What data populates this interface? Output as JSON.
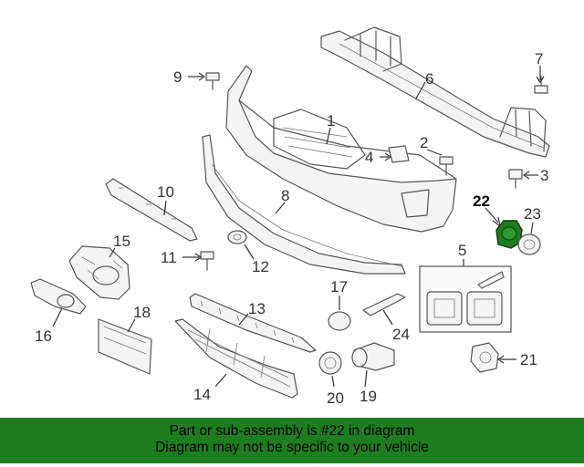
{
  "callouts": {
    "c1": "1",
    "c2": "2",
    "c3": "3",
    "c4": "4",
    "c5": "5",
    "c6": "6",
    "c7": "7",
    "c8": "8",
    "c9": "9",
    "c10": "10",
    "c11": "11",
    "c12": "12",
    "c13": "13",
    "c14": "14",
    "c15": "15",
    "c16": "16",
    "c17": "17",
    "c18": "18",
    "c19": "19",
    "c20": "20",
    "c21": "21",
    "c22": "22",
    "c23": "23",
    "c24": "24"
  },
  "highlight": {
    "part_number": "22",
    "color": "#1e7d1e"
  },
  "banner": {
    "line1": "Part or sub-assembly is #22 in diagram",
    "line2": "Diagram may not be specific to your vehicle",
    "background": "#1e7d1e"
  }
}
